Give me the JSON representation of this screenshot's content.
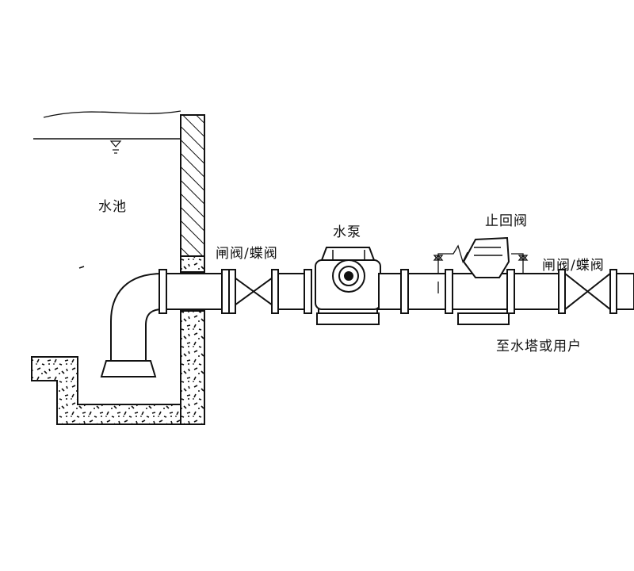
{
  "labels": {
    "pool": "水池",
    "pump": "水泵",
    "gate_butterfly_inlet": "闸阀/蝶阀",
    "check_valve": "止回阀",
    "gate_butterfly_outlet": "闸阀/蝶阀",
    "outlet_destination": "至水塔或用户"
  }
}
